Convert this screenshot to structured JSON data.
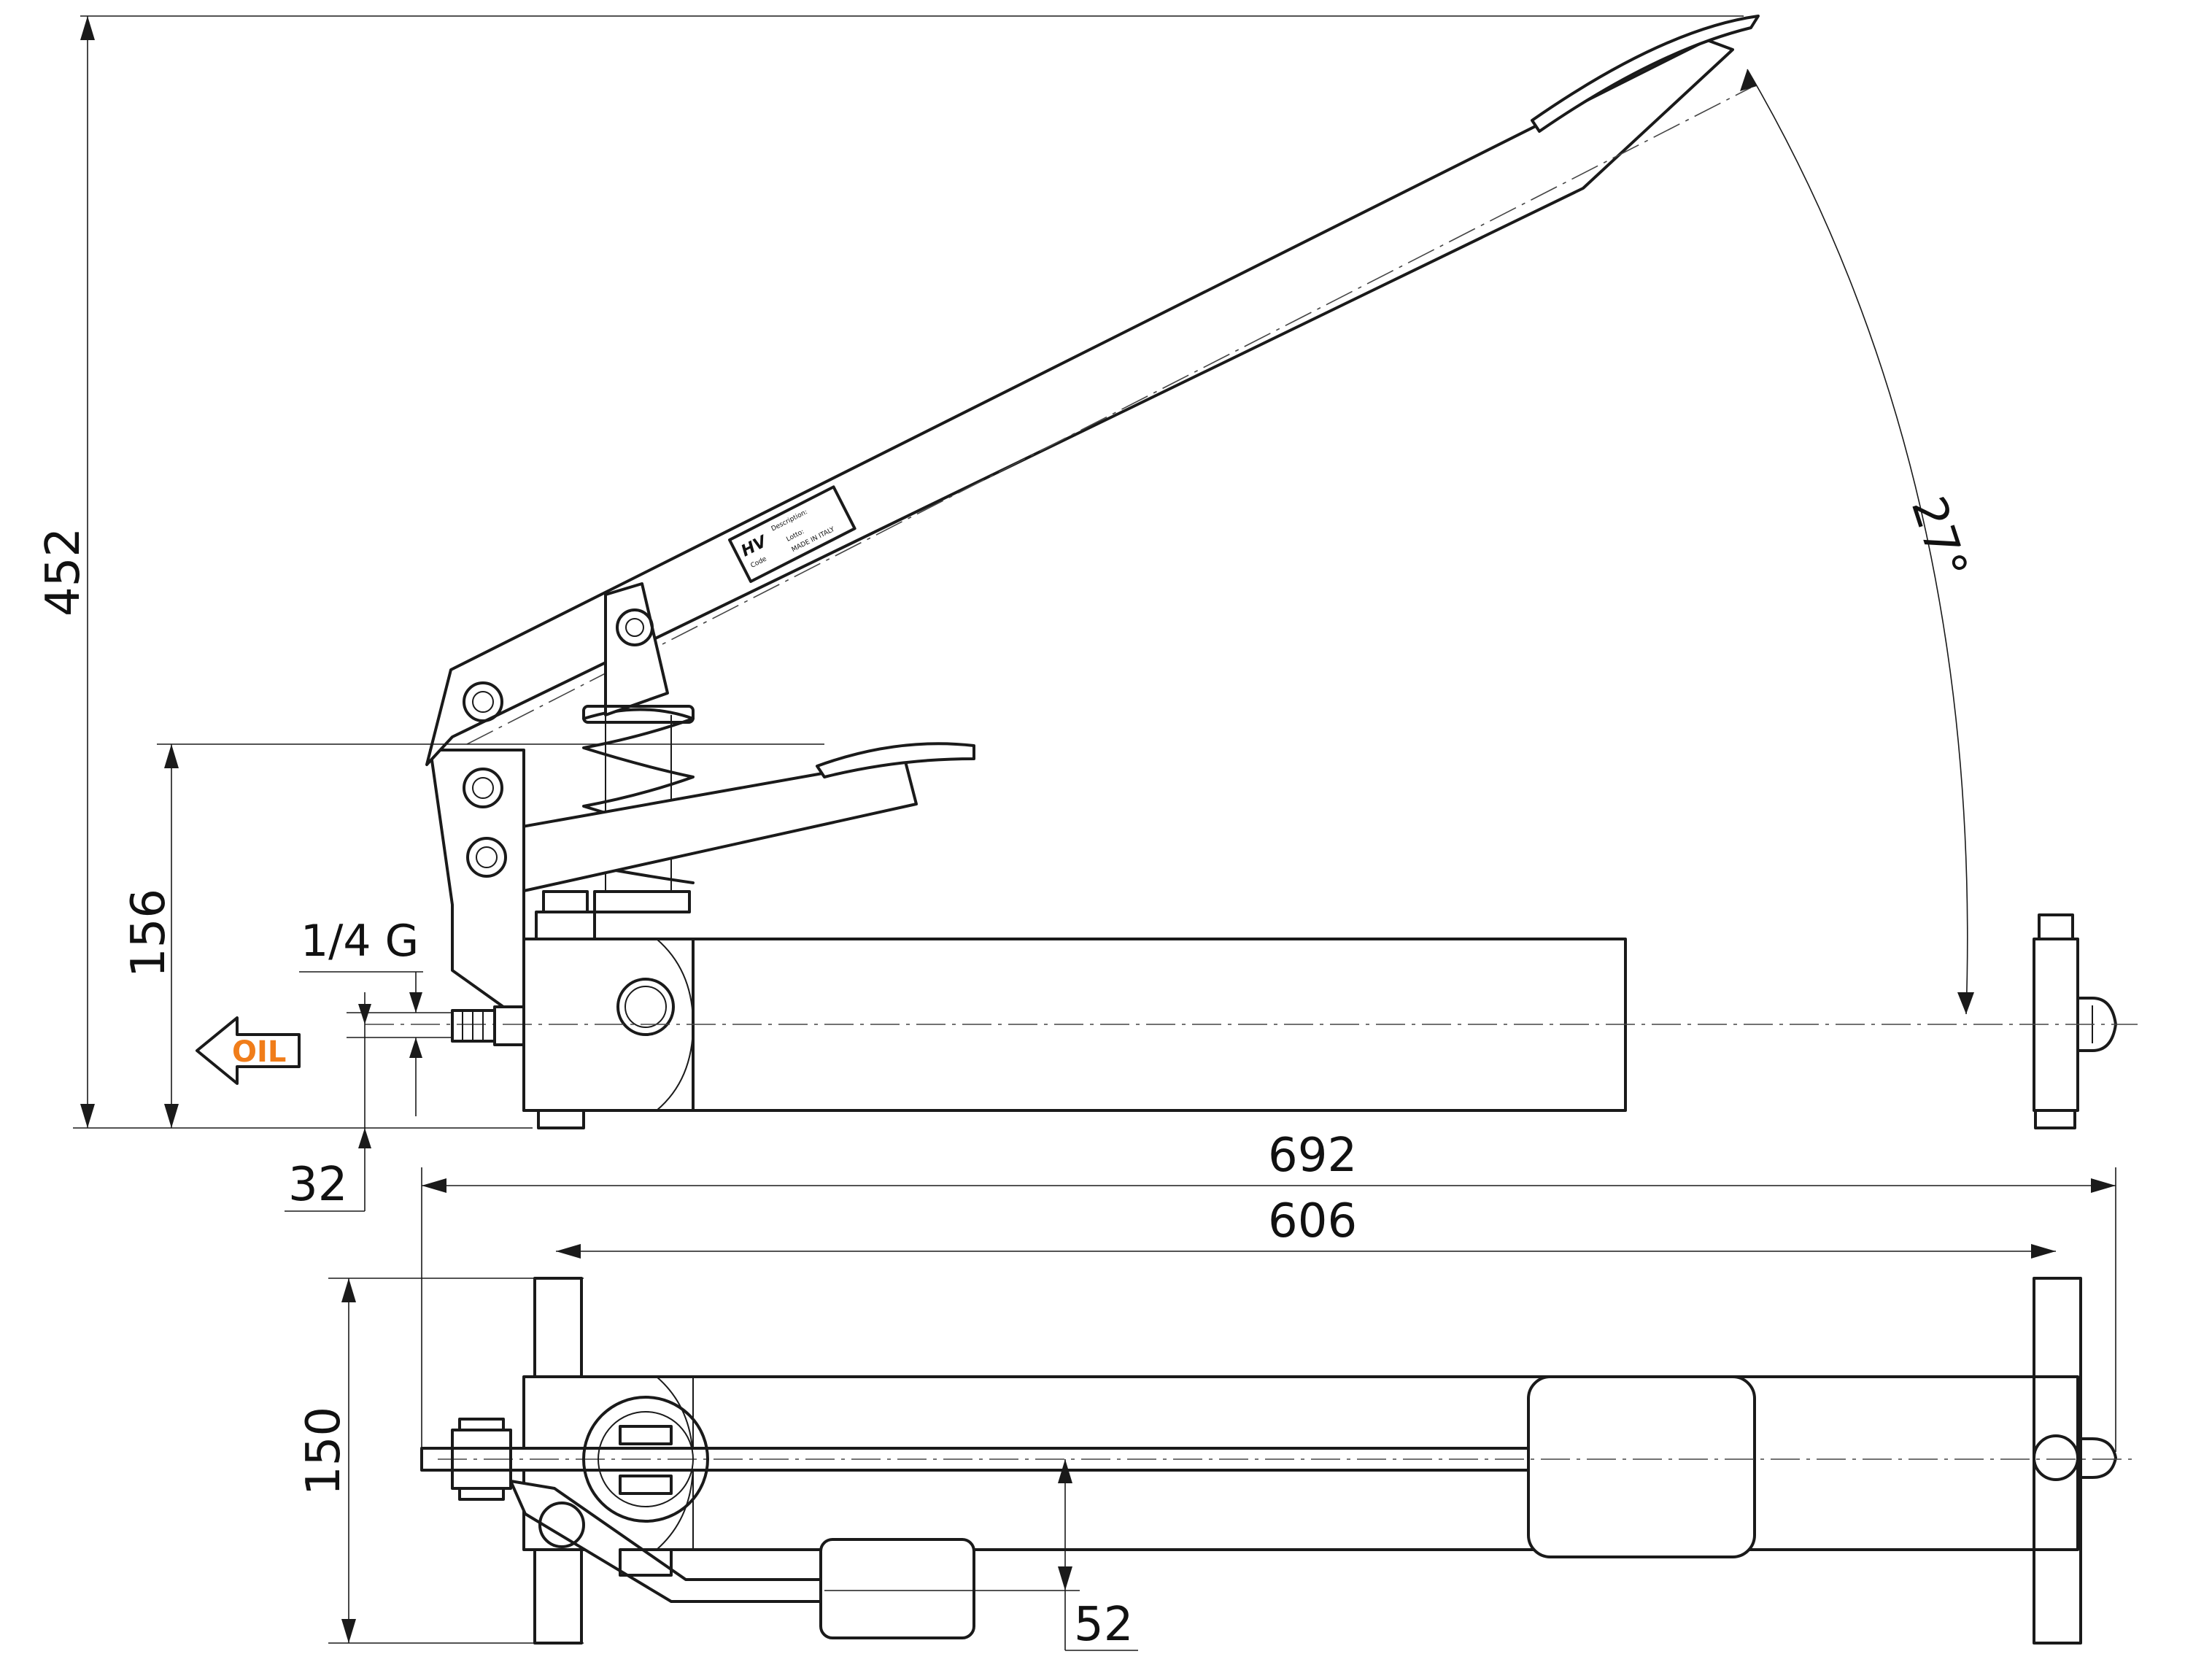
{
  "dimensions": {
    "overall_height": "452",
    "pedal_height": "156",
    "port_thread": "1/4 G",
    "port_height": "32",
    "overall_length": "692",
    "foot_spacing": "606",
    "foot_width": "150",
    "pedal_offset": "52",
    "lever_angle": "27°"
  },
  "oil_label": "OIL",
  "nameplate": {
    "logo": "HV",
    "line1": "Description:",
    "line2": "Code",
    "line3": "Lotto:",
    "line4": "MADE IN ITALY"
  },
  "colors": {
    "line": "#1a1a1a",
    "oil_accent": "#f07d1a"
  }
}
